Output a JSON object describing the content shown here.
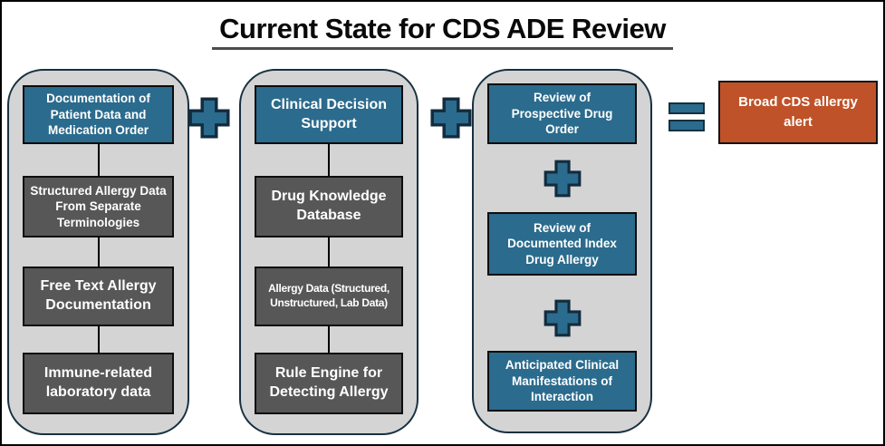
{
  "title": "Current State for CDS ADE Review",
  "colors": {
    "teal": "#2b6b8d",
    "dark_gray": "#575757",
    "pillar_background": "#d4d4d4",
    "pillar_border": "#17303f",
    "box_border": "#0d0d0d",
    "orange": "#bf5228",
    "text_on_boxes": "#ffffff",
    "title_text": "#0a0a0a"
  },
  "columns": [
    {
      "name": "documentation-inputs",
      "boxes": [
        {
          "text": "Documentation of Patient Data and Medication Order",
          "style": "teal"
        },
        {
          "text": "Structured Allergy Data From Separate Terminologies",
          "style": "gray"
        },
        {
          "text": "Free Text Allergy Documentation",
          "style": "gray"
        },
        {
          "text": "Immune-related laboratory data",
          "style": "gray"
        }
      ]
    },
    {
      "name": "clinical-decision-support",
      "boxes": [
        {
          "text": "Clinical Decision Support",
          "style": "teal"
        },
        {
          "text": "Drug Knowledge Database",
          "style": "gray"
        },
        {
          "text": "Allergy Data (Structured, Unstructured, Lab Data)",
          "style": "gray"
        },
        {
          "text": "Rule Engine for Detecting Allergy",
          "style": "gray"
        }
      ]
    },
    {
      "name": "review-steps",
      "boxes": [
        {
          "text": "Review of Prospective Drug Order",
          "style": "teal"
        },
        {
          "text": "Review of Documented Index Drug Allergy",
          "style": "teal"
        },
        {
          "text": "Anticipated Clinical Manifestations of Interaction",
          "style": "teal"
        }
      ]
    }
  ],
  "operators": {
    "plus": "+",
    "equals": "="
  },
  "result": {
    "text": "Broad CDS allergy alert"
  }
}
